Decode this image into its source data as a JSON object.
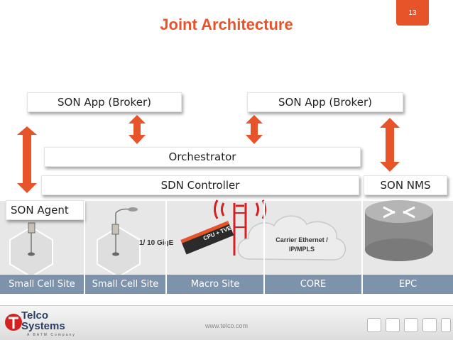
{
  "slide": {
    "number": "13",
    "title": "Joint Architecture"
  },
  "boxes": {
    "son_app_left": "SON App (Broker)",
    "son_app_right": "SON App (Broker)",
    "orchestrator": "Orchestrator",
    "sdn_controller": "SDN Controller",
    "son_nms": "SON NMS",
    "son_agent": "SON Agent"
  },
  "labels": {
    "link_speed": "1/ 10 GigE",
    "cpu_tve": "CPU + TVE",
    "carrier_ethernet": "Carrier Ethernet /",
    "ip_mpls": "IP/MPLS"
  },
  "sites": [
    "Small Cell Site",
    "Small Cell Site",
    "Macro Site",
    "CORE",
    "EPC"
  ],
  "footer": {
    "url": "www.telco.com",
    "logo_name_line1": "Telco",
    "logo_name_line2": "Systems",
    "logo_tagline": "A BATM Company"
  },
  "colors": {
    "accent": "#e8542a",
    "site_bar": "#7d93ab",
    "band": "#e7e7e7",
    "logo": "#2a3f63"
  }
}
